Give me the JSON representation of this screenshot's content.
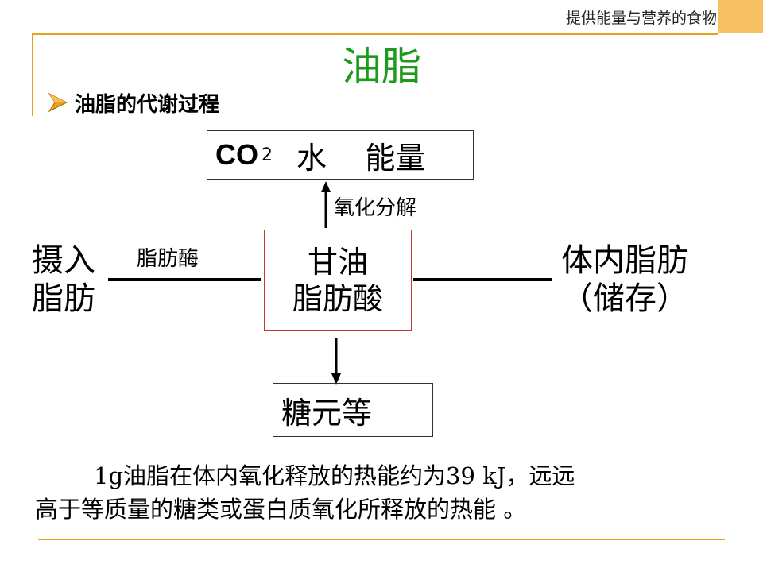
{
  "header": {
    "text": "提供能量与营养的食物"
  },
  "title": "油脂",
  "subtitle": "油脂的代谢过程",
  "diagram": {
    "top_box": {
      "co2": "CO",
      "sub": "2",
      "rest": "水    能量"
    },
    "oxidation_label": "氧化分解",
    "center_box": {
      "line1": "甘油",
      "line2": "脂肪酸"
    },
    "enzyme_label": "脂肪酶",
    "intake": {
      "line1": "摄入",
      "line2": "脂肪"
    },
    "body_fat": {
      "line1": "体内脂肪",
      "line2": "（储存）"
    },
    "bottom_box": "糖元等"
  },
  "paragraph": {
    "line1": "1g油脂在体内氧化释放的热能约为39 kJ，远远",
    "line2": "高于等质量的糖类或蛋白质氧化所释放的热能 。"
  },
  "colors": {
    "title": "#1e9a1e",
    "accent": "#e8a020",
    "corner": "#f7c163",
    "center_border": "#c0392b"
  }
}
